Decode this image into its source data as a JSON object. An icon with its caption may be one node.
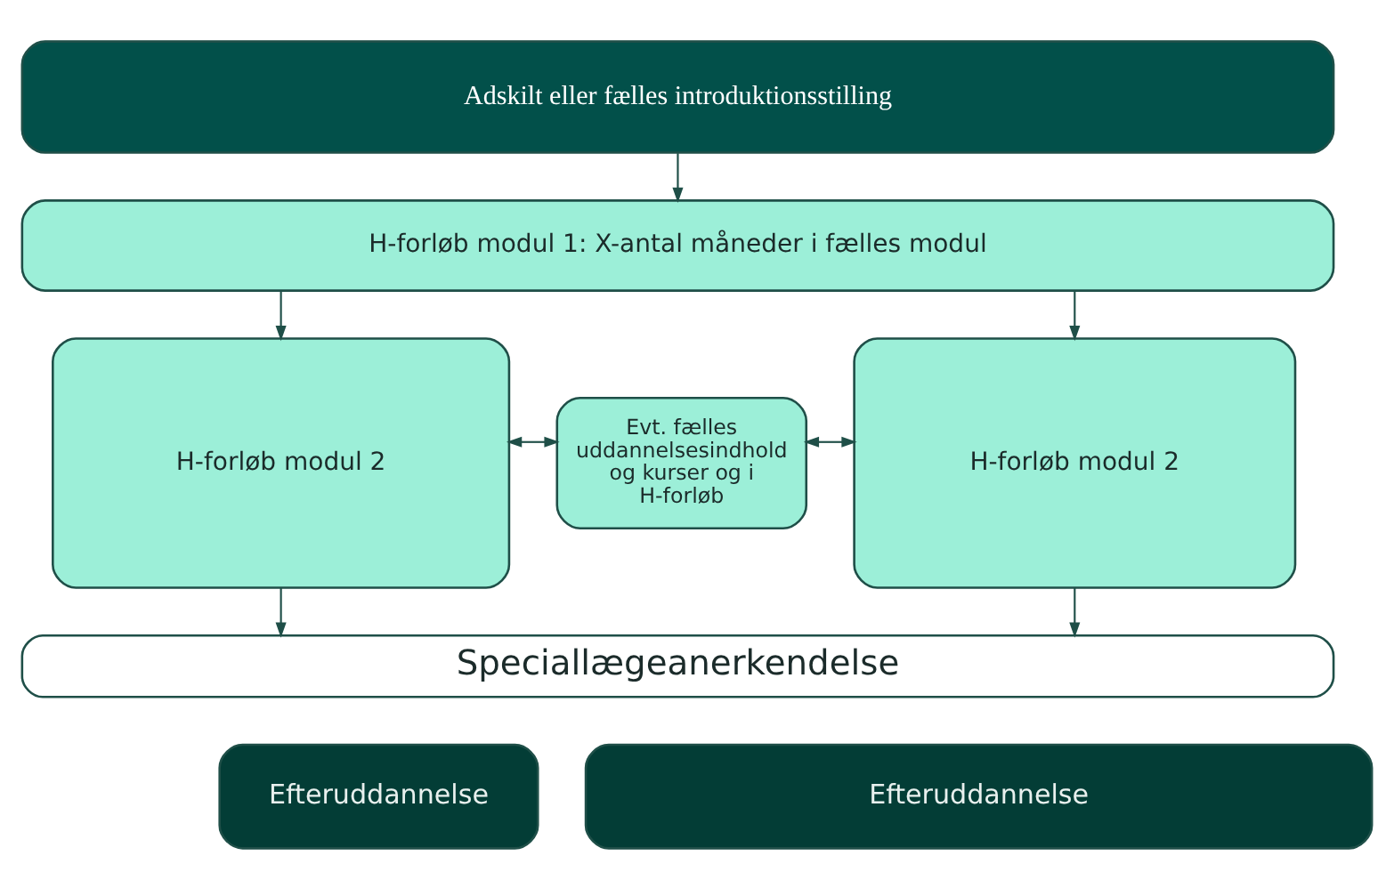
{
  "diagram": {
    "nodes": [
      {
        "text": [
          "Adskilt eller fælles introduktionsstilling"
        ]
      },
      {
        "text": [
          "H-forløb modul 1: X-antal måneder i fælles modul"
        ]
      },
      {
        "text": [
          "H-forløb modul 2"
        ]
      },
      {
        "text": [
          "Evt. fælles uddannelsesindhold og kurser og i H-forløb"
        ]
      },
      {
        "text": [
          "H-forløb modul 2"
        ]
      },
      {
        "text": [
          "Speciallægeanerkendelse"
        ]
      },
      {
        "text": [
          "Efteruddannelse"
        ]
      },
      {
        "text": [
          "Efteruddannelse"
        ]
      }
    ],
    "edges": [
      {
        "from": 0,
        "to": 1,
        "arrow": "to"
      },
      {
        "from": 1,
        "to": 2,
        "arrow": "to"
      },
      {
        "from": 1,
        "to": 4,
        "arrow": "to"
      },
      {
        "from": 2,
        "to": 3,
        "arrow": "both"
      },
      {
        "from": 3,
        "to": 4,
        "arrow": "both"
      },
      {
        "from": 2,
        "to": 5,
        "arrow": "to"
      },
      {
        "from": 4,
        "to": 5,
        "arrow": "to"
      }
    ]
  }
}
